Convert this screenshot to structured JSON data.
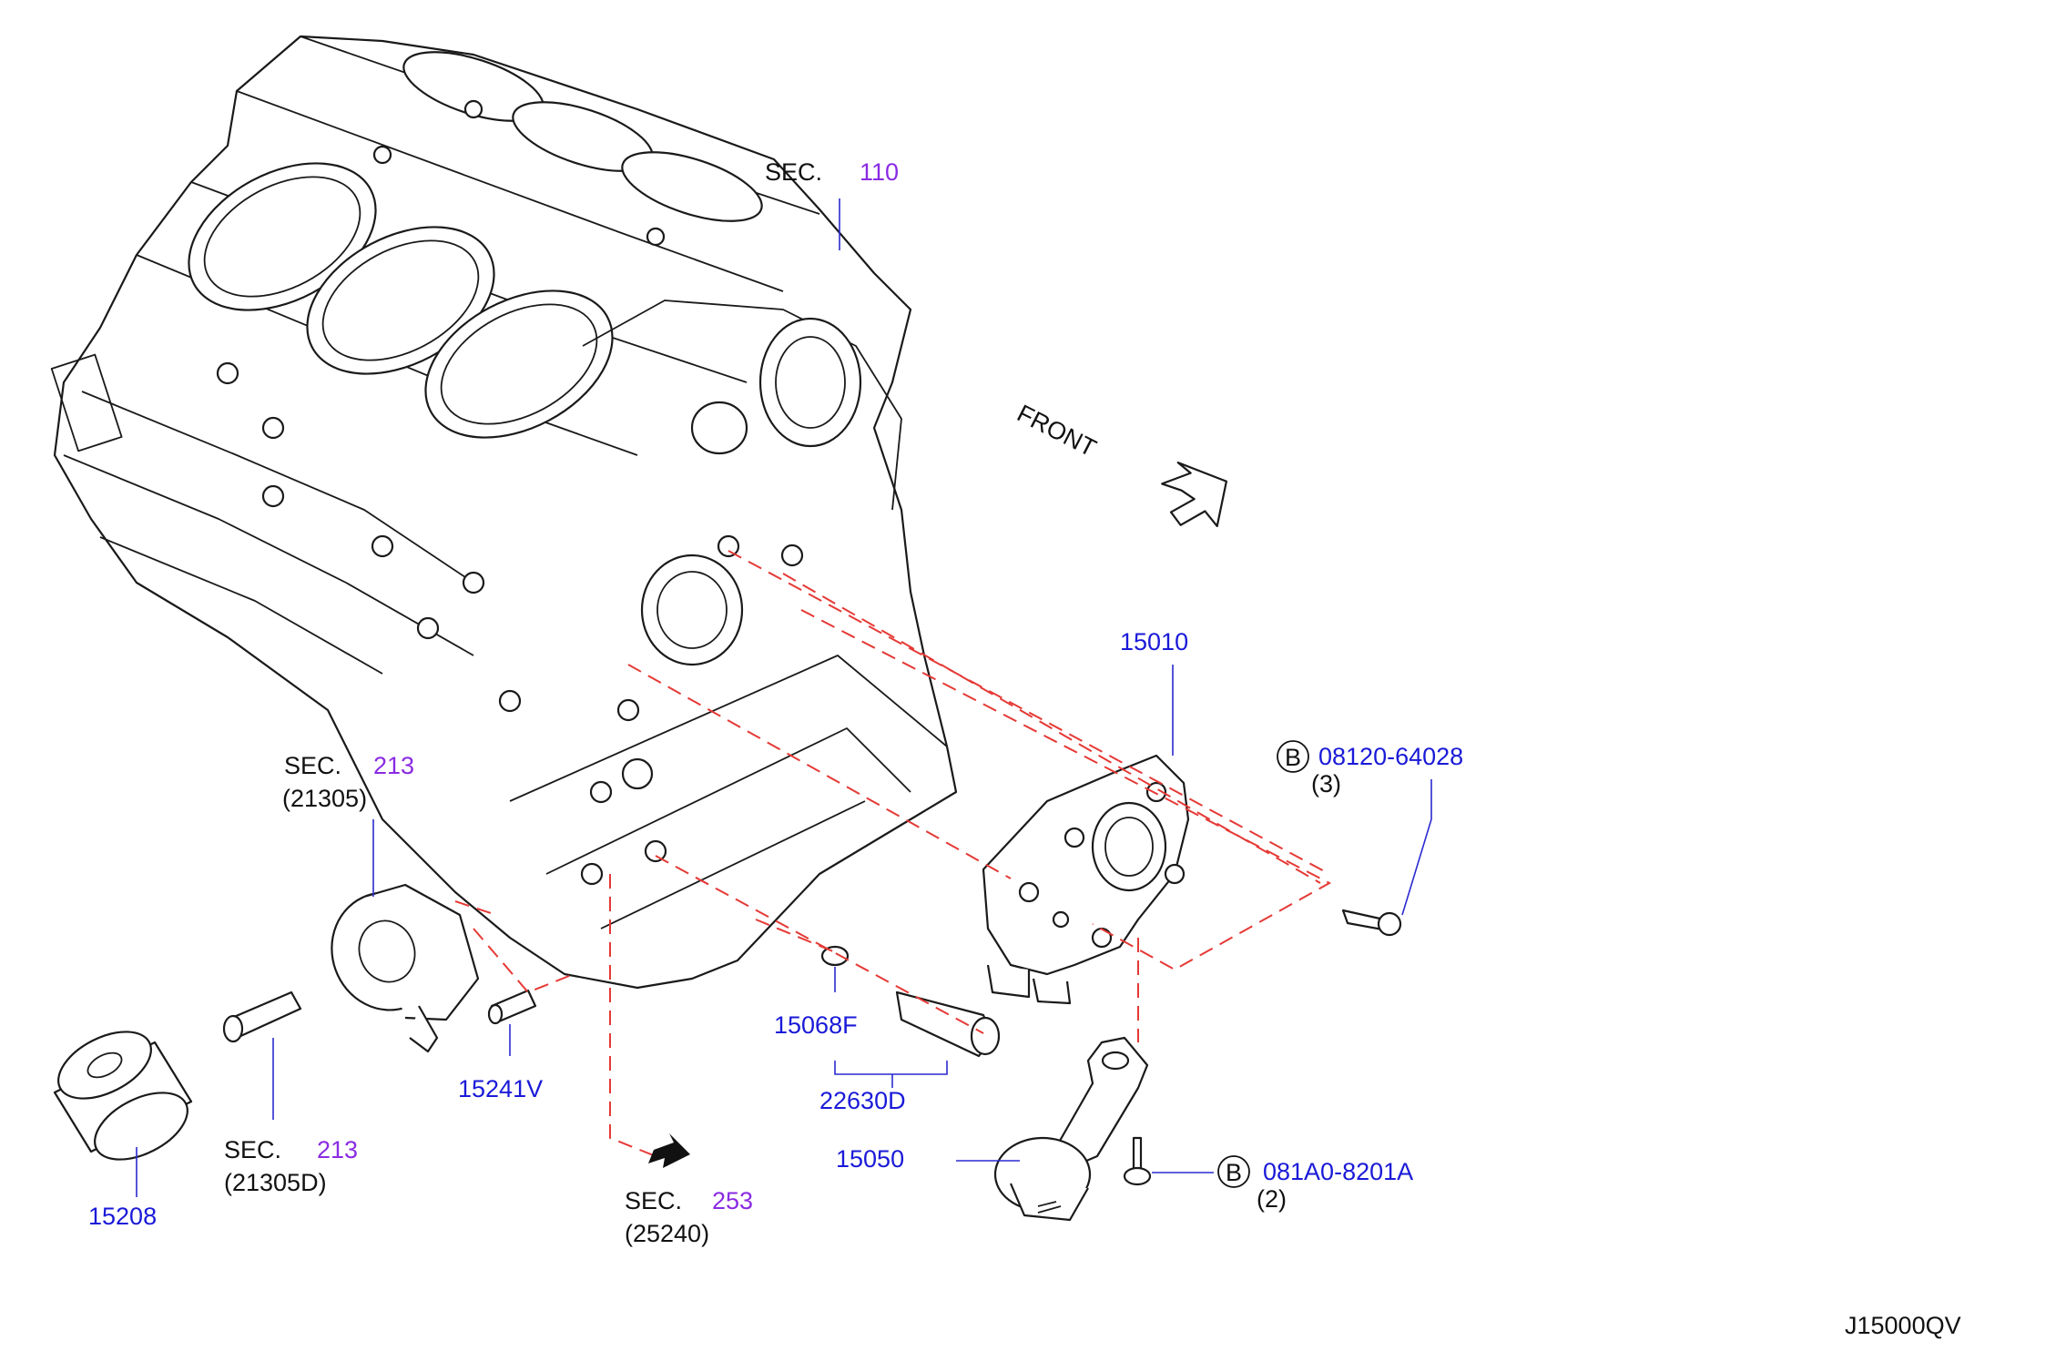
{
  "colors": {
    "part_number": "#1a1ad8",
    "section_number": "#8a2be2",
    "text": "#111111",
    "dash_line": "#e53935",
    "line_art": "#1a1a1a"
  },
  "icons": {
    "front_arrow": "front-direction-arrow",
    "sec_arrow": "filled-arrow",
    "bolt_marker": "circle-b-marker"
  },
  "diagram_id": "J15000QV",
  "front_label": "FRONT",
  "sections": {
    "s110": {
      "prefix": "SEC.",
      "number": "110"
    },
    "s213_top": {
      "prefix": "SEC.",
      "number": "213",
      "sub": "(21305)"
    },
    "s213_bottom": {
      "prefix": "SEC.",
      "number": "213",
      "sub": "(21305D)"
    },
    "s253": {
      "prefix": "SEC.",
      "number": "253",
      "sub": "(25240)"
    }
  },
  "parts": {
    "p15010": "15010",
    "p15068F": "15068F",
    "p22630D": "22630D",
    "p15050": "15050",
    "p15241V": "15241V",
    "p15208": "15208"
  },
  "bolts": {
    "b1": {
      "marker": "B",
      "number": "08120-64028",
      "qty": "(3)"
    },
    "b2": {
      "marker": "B",
      "number": "081A0-8201A",
      "qty": "(2)"
    }
  }
}
